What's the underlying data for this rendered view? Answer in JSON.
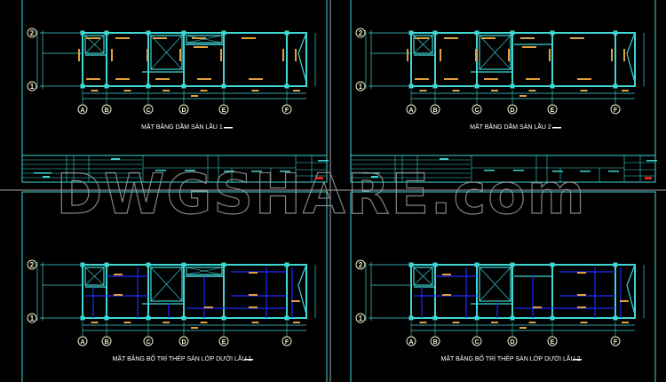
{
  "colors": {
    "background": "#000000",
    "structure": "#3fd6d6",
    "rebar": "#1f2cff",
    "labels": "#e0a040",
    "axis_bubble": "#f0f0d0",
    "title": "#ffffff",
    "frame": "#b0b0b0"
  },
  "panels": [
    {
      "title": "MẶT BẰNG DẦM SÀN LẦU 1",
      "variant": "beam"
    },
    {
      "title": "MẶT BẰNG DẦM SÀN LẦU 2",
      "variant": "beam"
    },
    {
      "title": "MẶT BẰNG BỐ TRÍ THÉP SÀN LỚP DƯỚI LẦU 1",
      "variant": "rebar"
    },
    {
      "title": "MẶT BẰNG BỐ TRÍ THÉP SÀN LỚP DƯỚI LẦU 2",
      "variant": "rebar"
    }
  ],
  "grid_axes": {
    "columns": [
      "A",
      "B",
      "C",
      "D",
      "E",
      "F"
    ],
    "rows": [
      "2",
      "1"
    ]
  },
  "watermark": "DWGSHARE.com"
}
